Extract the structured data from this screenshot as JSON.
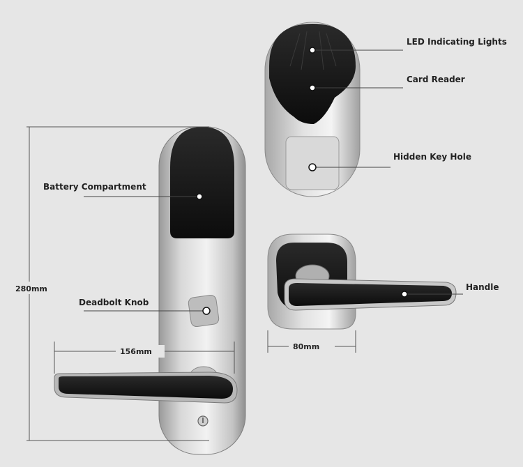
{
  "labels": {
    "led_lights": "LED Indicating Lights",
    "card_reader": "Card Reader",
    "hidden_key_hole": "Hidden Key Hole",
    "battery": "Battery Compartment",
    "deadbolt": "Deadbolt Knob",
    "handle": "Handle"
  },
  "dimensions": {
    "height": "280mm",
    "main_width": "156mm",
    "side_width": "80mm"
  },
  "colors": {
    "background": "#e6e6e6",
    "silver": "#c8c8c8",
    "black_panel": "#161616",
    "line": "#444444"
  }
}
